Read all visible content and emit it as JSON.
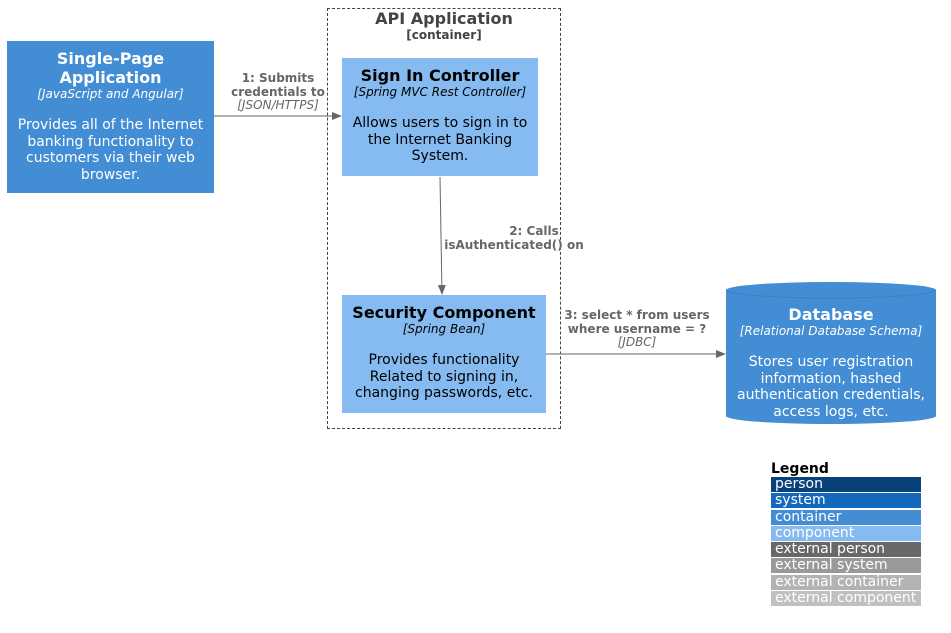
{
  "colors": {
    "container": "#438dd5",
    "component": "#85bbf0",
    "arrow": "#666666",
    "boundary": "#444444"
  },
  "boundary": {
    "title": "API Application",
    "type": "[container]"
  },
  "nodes": {
    "spa": {
      "title_line1": "Single-Page",
      "title_line2": "Application",
      "tech": "[JavaScript and Angular]",
      "desc_line1": "Provides all of the Internet",
      "desc_line2": "banking functionality to",
      "desc_line3": "customers via their web",
      "desc_line4": "browser."
    },
    "signin": {
      "title": "Sign In Controller",
      "tech": "[Spring MVC Rest Controller]",
      "desc_line1": "Allows users to sign in to",
      "desc_line2": "the Internet Banking",
      "desc_line3": "System."
    },
    "security": {
      "title": "Security Component",
      "tech": "[Spring Bean]",
      "desc_line1": "Provides functionality",
      "desc_line2": "Related to signing in,",
      "desc_line3": "changing passwords, etc."
    },
    "database": {
      "title": "Database",
      "tech": "[Relational Database Schema]",
      "desc_line1": "Stores user registration",
      "desc_line2": "information, hashed",
      "desc_line3": "authentication credentials,",
      "desc_line4": "access logs, etc."
    }
  },
  "relations": {
    "r1": {
      "line1": "1: Submits",
      "line2": "credentials to",
      "tech": "[JSON/HTTPS]"
    },
    "r2": {
      "line1": "2: Calls",
      "line2": "isAuthenticated() on"
    },
    "r3": {
      "line1": "3: select * from users",
      "line2": "where username = ?",
      "tech": "[JDBC]"
    }
  },
  "legend": {
    "title": "Legend",
    "items": [
      {
        "label": "person",
        "color": "#08427b"
      },
      {
        "label": "system",
        "color": "#1168bd"
      },
      {
        "label": "container",
        "color": "#438dd5"
      },
      {
        "label": "component",
        "color": "#85bbf0"
      },
      {
        "label": "external person",
        "color": "#686868"
      },
      {
        "label": "external system",
        "color": "#999999"
      },
      {
        "label": "external container",
        "color": "#b3b3b3"
      },
      {
        "label": "external component",
        "color": "#c0c0c0"
      }
    ]
  }
}
